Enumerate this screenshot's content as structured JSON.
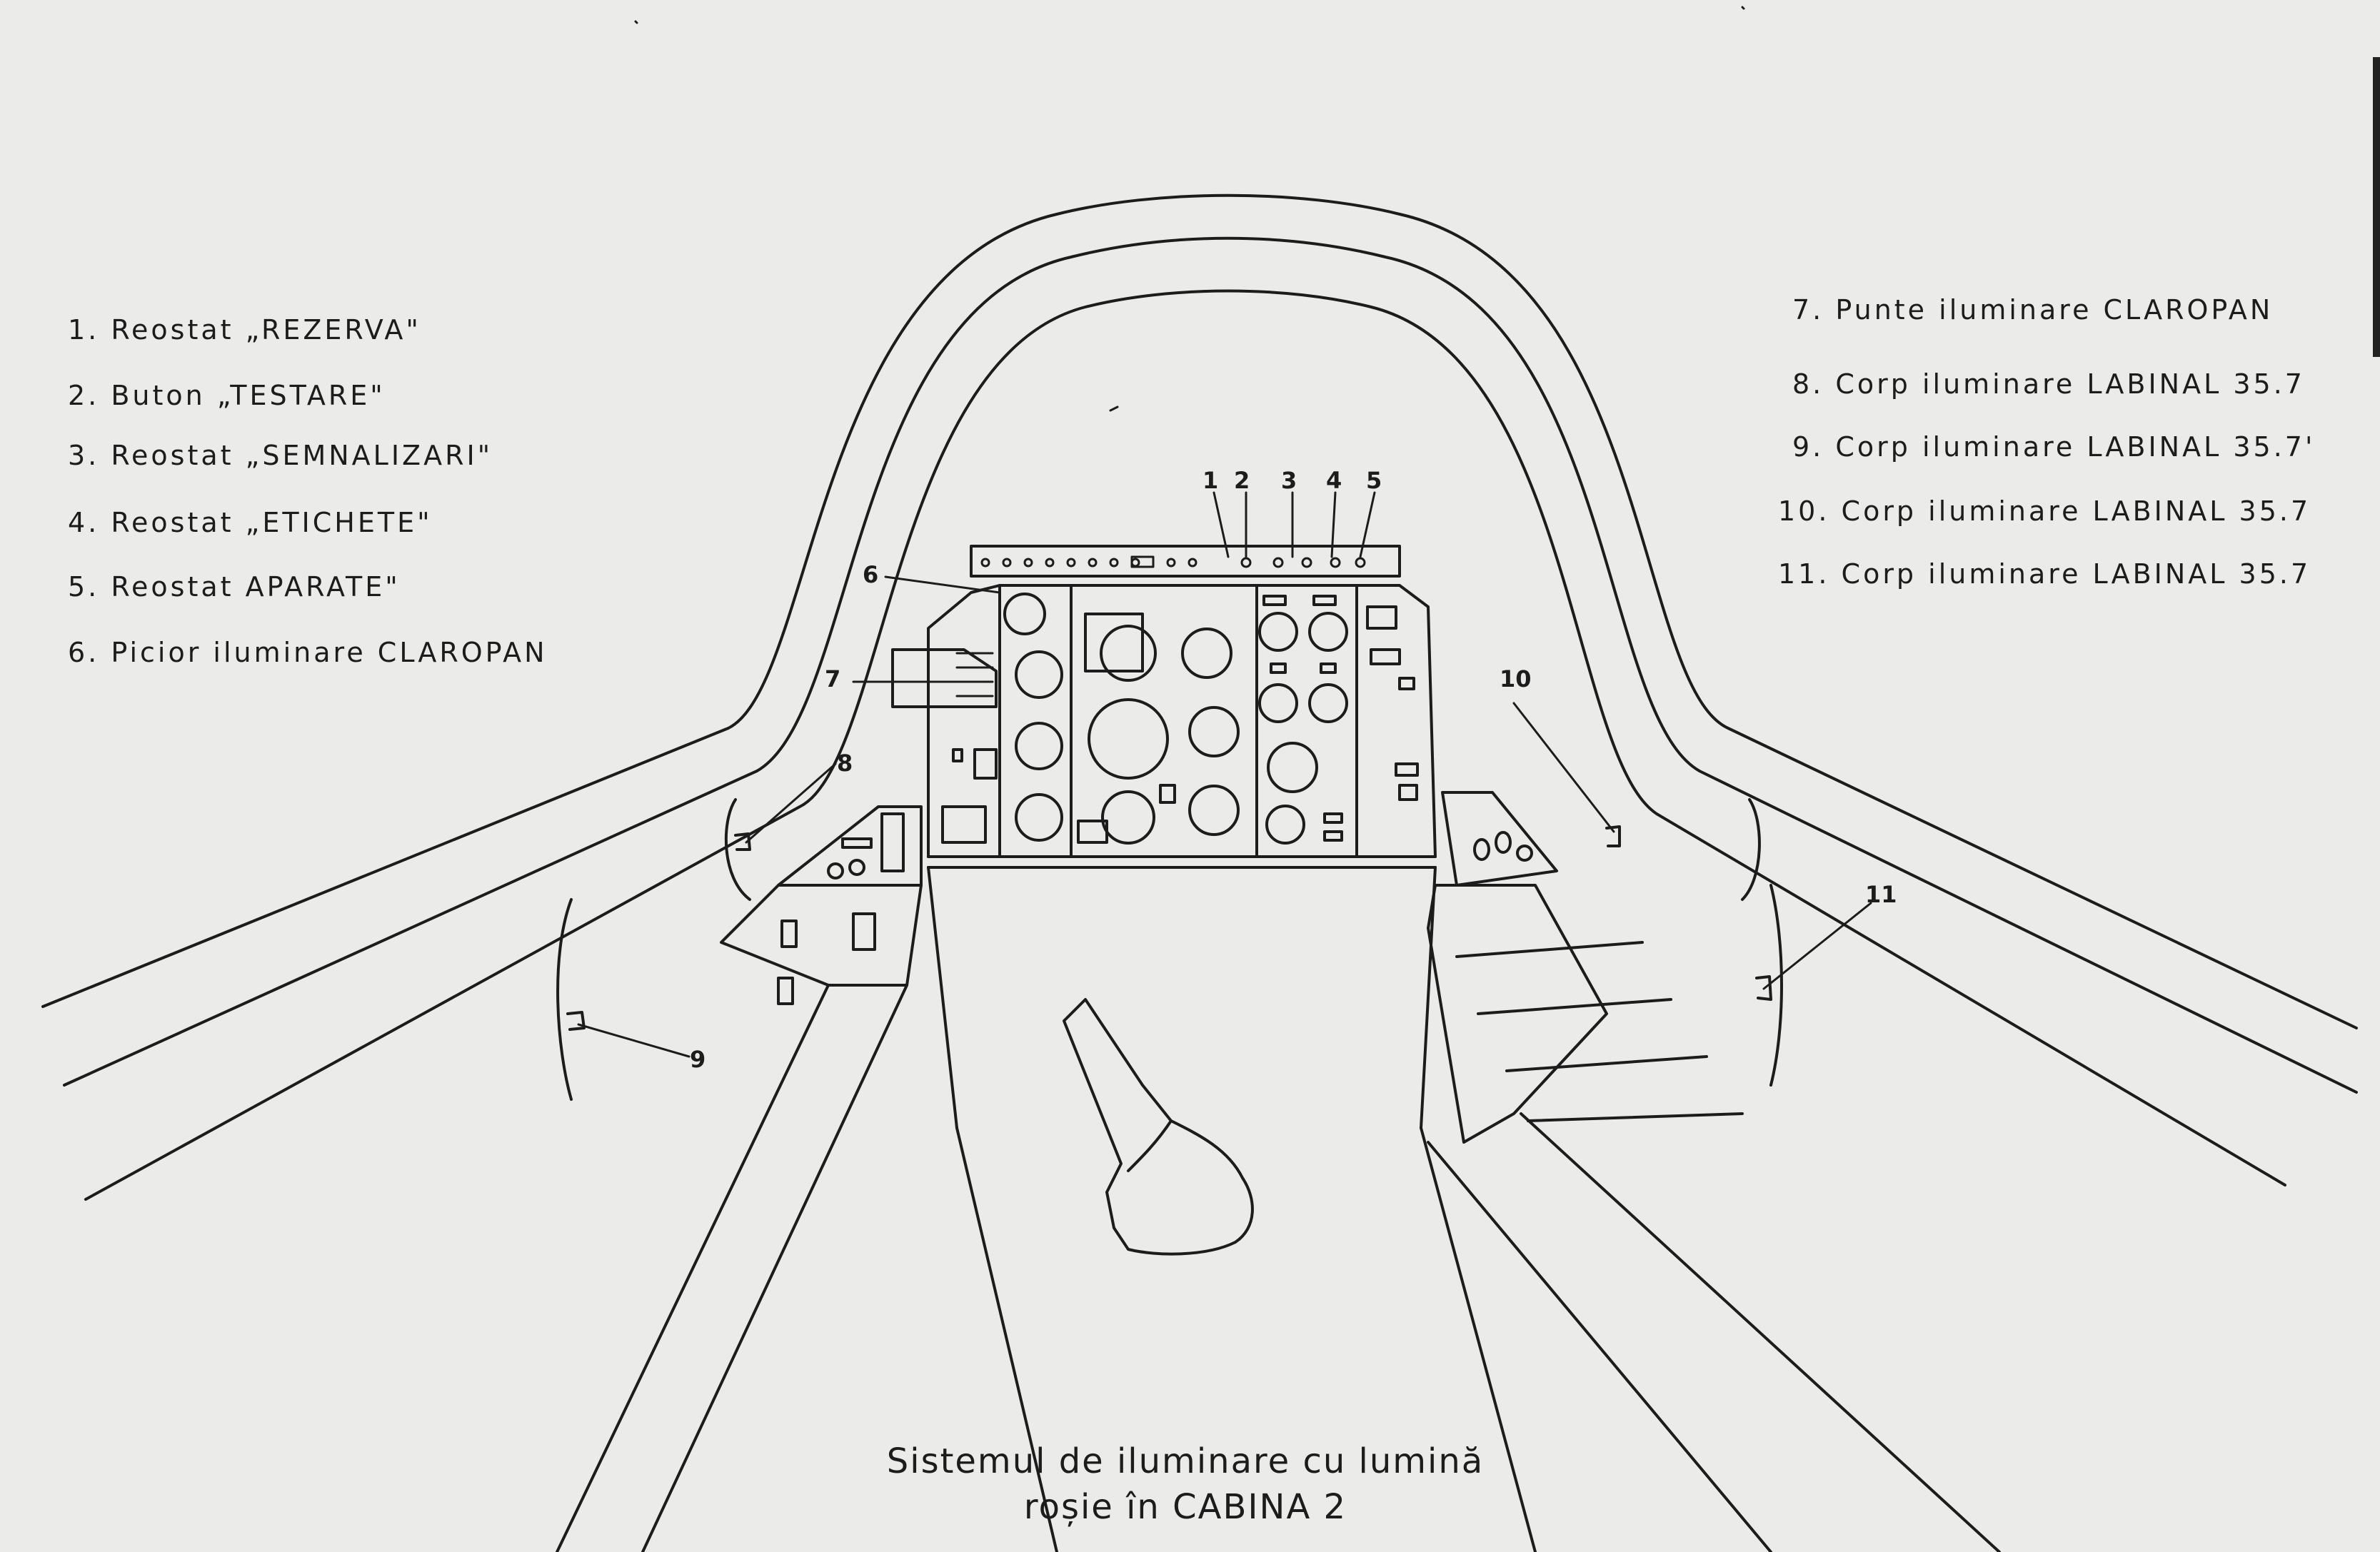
{
  "legend_left": [
    {
      "num": "1.",
      "text": "Reostat „REZERVA\""
    },
    {
      "num": "2.",
      "text": "Buton „TESTARE\""
    },
    {
      "num": "3.",
      "text": "Reostat „SEMNALIZARI\""
    },
    {
      "num": "4.",
      "text": "Reostat „ETICHETE\""
    },
    {
      "num": "5.",
      "text": "Reostat  APARATE\""
    },
    {
      "num": "6.",
      "text": "Picior iluminare  CLAROPAN"
    }
  ],
  "legend_right": [
    {
      "num": "7.",
      "text": "Punte  iluminare  CLAROPAN"
    },
    {
      "num": "8.",
      "text": "Corp iluminare  LABINAL 35.7"
    },
    {
      "num": "9.",
      "text": "Corp iluminare  LABINAL 35.7'"
    },
    {
      "num": "10.",
      "text": "Corp  iluminare  LABINAL  35.7"
    },
    {
      "num": "11.",
      "text": "Corp iluminare LABINAL  35.7"
    }
  ],
  "callouts": {
    "c1": "1",
    "c2": "2",
    "c3": "3",
    "c4": "4",
    "c5": "5",
    "c6": "6",
    "c7": "7",
    "c8": "8",
    "c9": "9",
    "c10": "10",
    "c11": "11"
  },
  "caption": {
    "line1": "Sistemul de iluminare cu lumină",
    "line2": "roșie în CABINA 2"
  }
}
